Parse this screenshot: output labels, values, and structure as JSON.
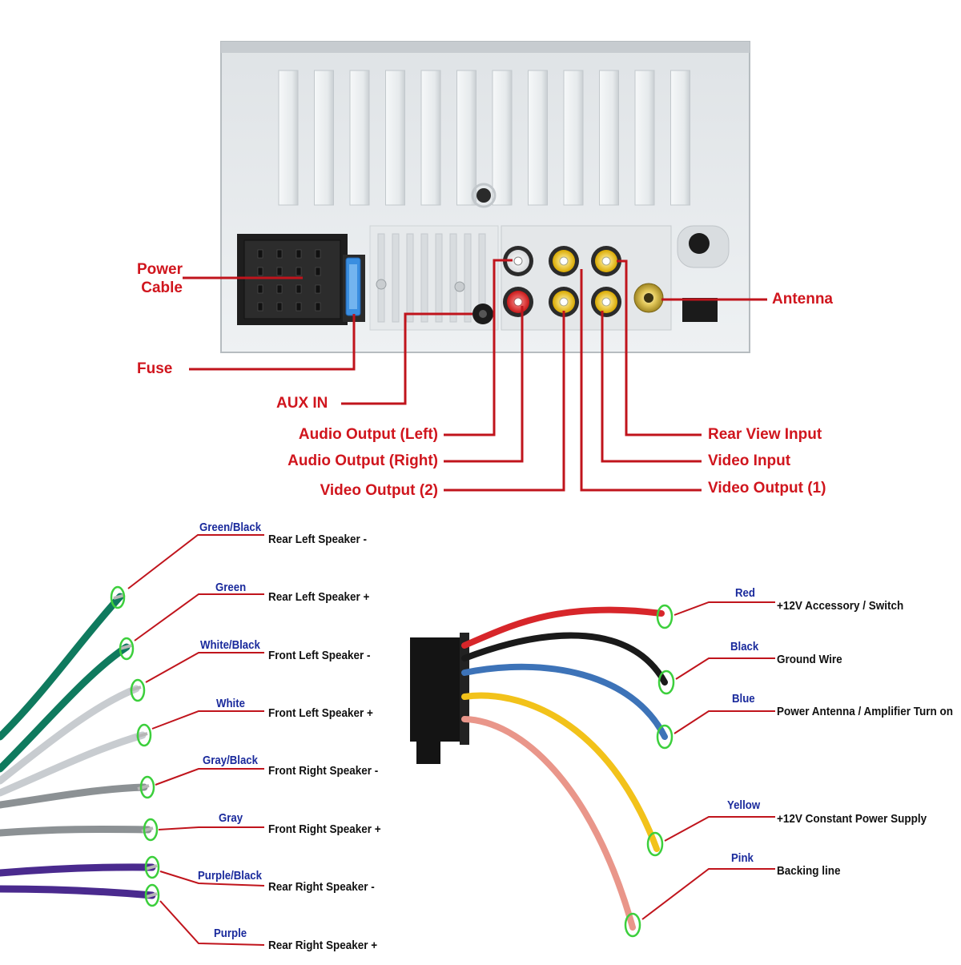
{
  "unit_labels": {
    "power_cable": [
      "Power",
      "Cable"
    ],
    "fuse": "Fuse",
    "aux_in": "AUX IN",
    "audio_output_left": "Audio Output (Left)",
    "audio_output_right": "Audio Output (Right)",
    "video_output_2": "Video Output (2)",
    "antenna": "Antenna",
    "rear_view_input": "Rear View Input",
    "video_input": "Video Input",
    "video_output_1": "Video Output (1)"
  },
  "left_harness": [
    {
      "color": "Green/Black",
      "function": "Rear Left Speaker -"
    },
    {
      "color": "Green",
      "function": "Rear Left Speaker +"
    },
    {
      "color": "White/Black",
      "function": "Front Left Speaker -"
    },
    {
      "color": "White",
      "function": "Front Left Speaker +"
    },
    {
      "color": "Gray/Black",
      "function": "Front Right Speaker -"
    },
    {
      "color": "Gray",
      "function": "Front Right Speaker +"
    },
    {
      "color": "Purple/Black",
      "function": "Rear Right Speaker -"
    },
    {
      "color": "Purple",
      "function": "Rear Right Speaker +"
    }
  ],
  "right_harness": [
    {
      "color": "Red",
      "function": "+12V  Accessory / Switch"
    },
    {
      "color": "Black",
      "function": "Ground Wire"
    },
    {
      "color": "Blue",
      "function": "Power Antenna / Amplifier Turn on"
    },
    {
      "color": "Yellow",
      "function": "+12V Constant Power Supply"
    },
    {
      "color": "Pink",
      "function": "Backing line"
    }
  ],
  "colors": {
    "label_red": "#d0151d",
    "wire_label_blue": "#1a2a9c",
    "leader_red": "#c0141c",
    "marker_green": "#3ccf3c",
    "wire_green": "#0f7a5e",
    "wire_white": "#c8ccd0",
    "wire_gray": "#8c9194",
    "wire_purple": "#4a2a8e",
    "wire_red": "#d7262a",
    "wire_black": "#1a1a1a",
    "wire_blue": "#3d73b8",
    "wire_yellow": "#f2c21a",
    "wire_pink": "#e9968a"
  }
}
